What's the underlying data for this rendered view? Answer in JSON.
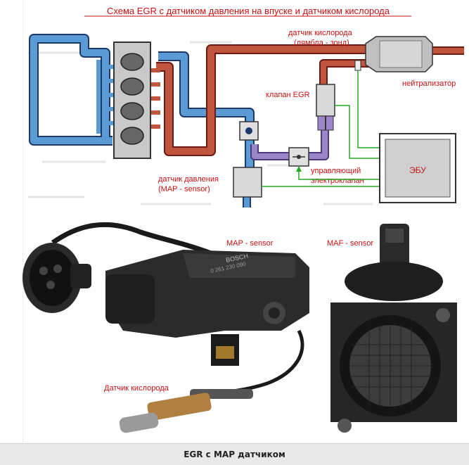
{
  "diagram": {
    "title": "Схема EGR с датчиком давления на впуске и датчиком кислорода",
    "labels": {
      "lambda_line1": "датчик кислорода",
      "lambda_line2": "(лямбда - зонд)",
      "catalyst": "нейтрализатор",
      "egr_valve": "клапан EGR",
      "map_line1": "датчик давления",
      "map_line2": "(MAP - sensor)",
      "solenoid_line1": "управляющий",
      "solenoid_line2": "электроклапан",
      "ecu": "ЭБУ"
    },
    "colors": {
      "title": "#cc1111",
      "label": "#cc1111",
      "intake": "#5b9bd5",
      "exhaust": "#c0553f",
      "vacuum": "#9a86c9",
      "signal": "#22aa22"
    }
  },
  "photo": {
    "map_label": "MAP - sensor",
    "maf_label": "MAF - sensor",
    "oxygen_label": "Датчик кислорода",
    "housing_text_1": "BOSCH",
    "housing_text_2": "0 261 230 090"
  },
  "caption": "EGR с MAP датчиком"
}
